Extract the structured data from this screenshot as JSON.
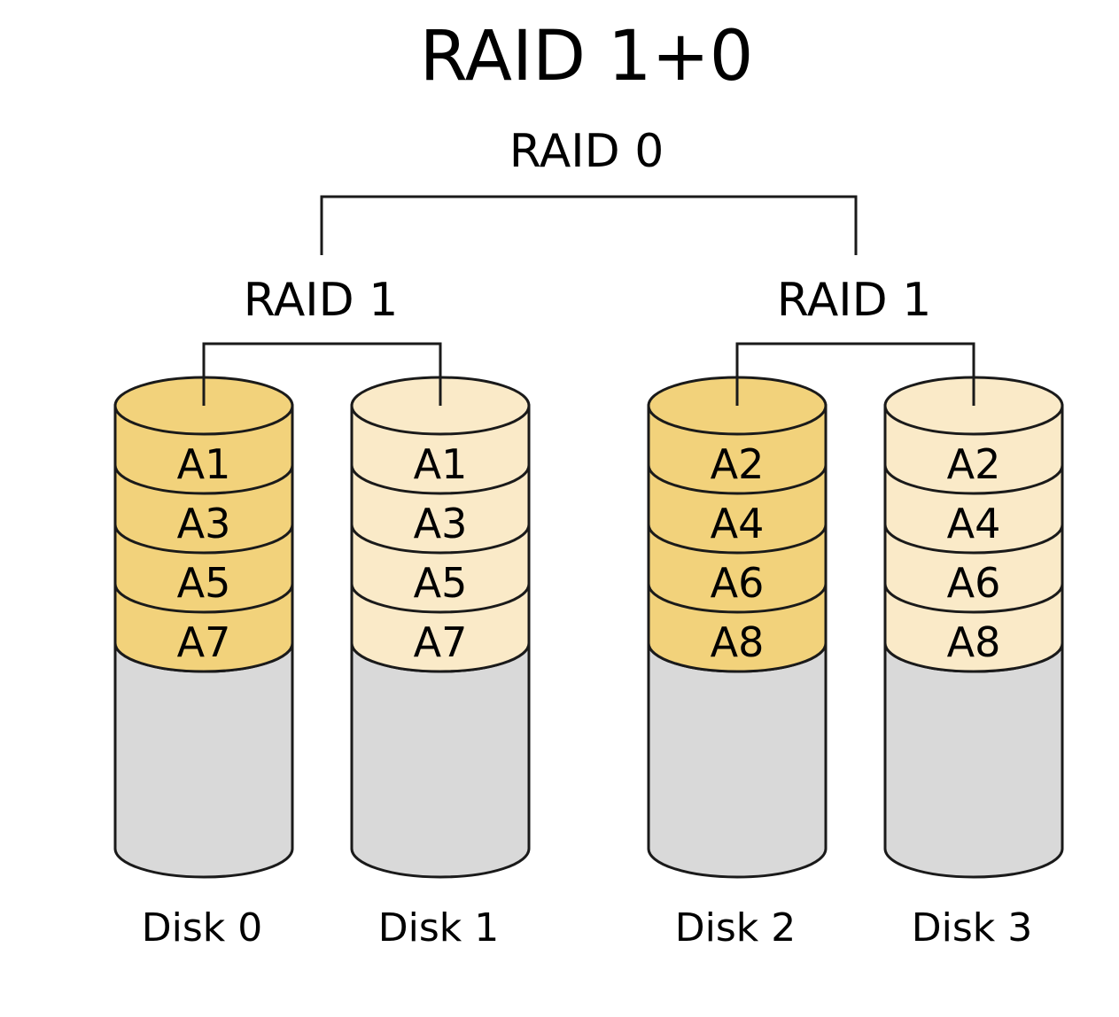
{
  "title": "RAID 1+0",
  "top_level": {
    "label": "RAID 0"
  },
  "groups": [
    {
      "label": "RAID 1",
      "disks": [
        0,
        1
      ]
    },
    {
      "label": "RAID 1",
      "disks": [
        2,
        3
      ]
    }
  ],
  "disks": [
    {
      "label": "Disk 0",
      "role": "primary",
      "blocks": [
        "A1",
        "A3",
        "A5",
        "A7"
      ]
    },
    {
      "label": "Disk 1",
      "role": "mirror",
      "blocks": [
        "A1",
        "A3",
        "A5",
        "A7"
      ]
    },
    {
      "label": "Disk 2",
      "role": "primary",
      "blocks": [
        "A2",
        "A4",
        "A6",
        "A8"
      ]
    },
    {
      "label": "Disk 3",
      "role": "mirror",
      "blocks": [
        "A2",
        "A4",
        "A6",
        "A8"
      ]
    }
  ],
  "colors": {
    "primary": "#f2d27b",
    "mirror": "#faeac8",
    "empty": "#d9d9d9",
    "stroke": "#1a1a1a"
  }
}
